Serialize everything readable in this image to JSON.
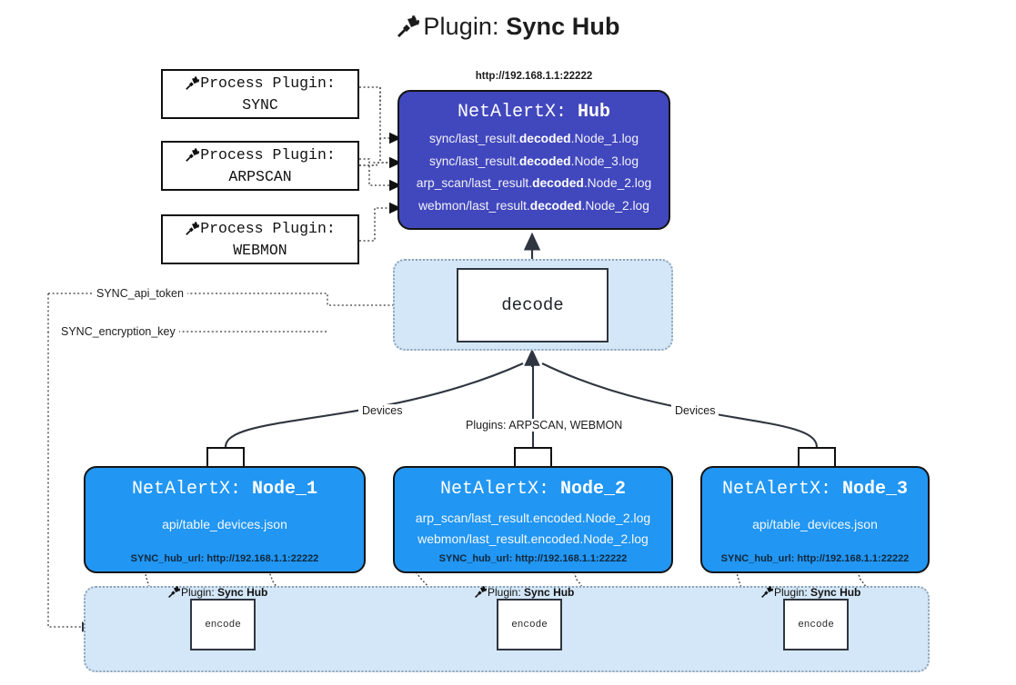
{
  "title": {
    "icon": "plug-icon",
    "prefix": "Plugin:",
    "name": "Sync Hub"
  },
  "process_plugins": [
    {
      "icon": "plug-icon",
      "line1": "Process Plugin:",
      "line2": "SYNC"
    },
    {
      "icon": "plug-icon",
      "line1": "Process Plugin:",
      "line2": "ARPSCAN"
    },
    {
      "icon": "plug-icon",
      "line1": "Process Plugin:",
      "line2": "WEBMON"
    }
  ],
  "hub": {
    "url": "http://192.168.1.1:22222",
    "title_prefix": "NetAlertX:",
    "title_name": "Hub",
    "color": "#4147bd",
    "logs": [
      {
        "pre": "sync/last_result.",
        "bold": "decoded",
        "post": ".Node_1.log"
      },
      {
        "pre": "sync/last_result.",
        "bold": "decoded",
        "post": ".Node_3.log"
      },
      {
        "pre": "arp_scan/last_result.",
        "bold": "decoded",
        "post": ".Node_2.log"
      },
      {
        "pre": "webmon/last_result.",
        "bold": "decoded",
        "post": ".Node_2.log"
      }
    ]
  },
  "decode": {
    "label": "decode",
    "band_color": "#d4e7f8"
  },
  "edge_labels": {
    "api_token": "SYNC_api_token",
    "encryption_key": "SYNC_encryption_key",
    "devices_left": "Devices",
    "devices_right": "Devices",
    "plugins": "Plugins: ARPSCAN, WEBMON"
  },
  "nodes": [
    {
      "title_prefix": "NetAlertX:",
      "title_name": "Node_1",
      "color": "#2196f3",
      "icon": "envelope-icon",
      "logs": [
        {
          "pre": "api/table_devices.json",
          "bold": "",
          "post": ""
        }
      ],
      "hub_url": "SYNC_hub_url: http://192.168.1.1:22222"
    },
    {
      "title_prefix": "NetAlertX:",
      "title_name": "Node_2",
      "color": "#2196f3",
      "icon": "envelope-icon",
      "logs": [
        {
          "pre": "arp_scan/last_result.encoded.Node_2.log",
          "bold": "",
          "post": ""
        },
        {
          "pre": "webmon/last_result.encoded.Node_2.log",
          "bold": "",
          "post": ""
        }
      ],
      "hub_url": "SYNC_hub_url: http://192.168.1.1:22222"
    },
    {
      "title_prefix": "NetAlertX:",
      "title_name": "Node_3",
      "color": "#2196f3",
      "icon": "envelope-icon",
      "logs": [
        {
          "pre": "api/table_devices.json",
          "bold": "",
          "post": ""
        }
      ],
      "hub_url": "SYNC_hub_url: http://192.168.1.1:22222"
    }
  ],
  "encoders": [
    {
      "caption_prefix": "Plugin:",
      "caption_name": "Sync Hub",
      "label": "encode",
      "icon": "plug-icon"
    },
    {
      "caption_prefix": "Plugin:",
      "caption_name": "Sync Hub",
      "label": "encode",
      "icon": "plug-icon"
    },
    {
      "caption_prefix": "Plugin:",
      "caption_name": "Sync Hub",
      "label": "encode",
      "icon": "plug-icon"
    }
  ]
}
